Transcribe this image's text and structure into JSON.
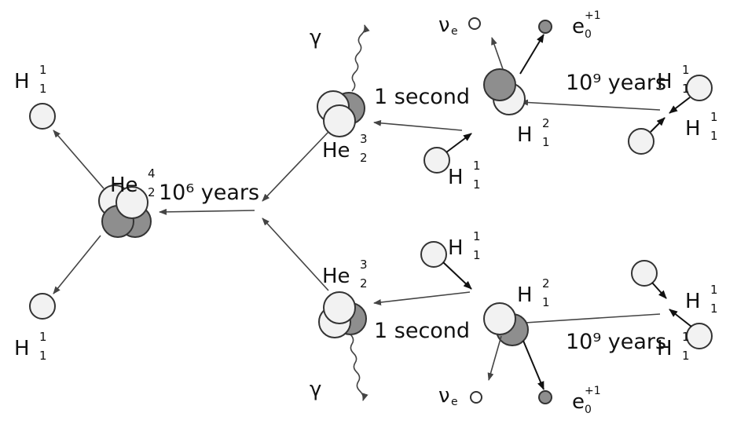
{
  "labels": {
    "hydrogen": "H",
    "hydrogen_mass": "1",
    "hydrogen_z": "1",
    "deuterium": "H",
    "deuterium_mass": "2",
    "deuterium_z": "1",
    "helium3": "He",
    "helium3_mass": "3",
    "helium3_z": "2",
    "helium4": "He",
    "helium4_mass": "4",
    "helium4_z": "2",
    "positron": "e",
    "positron_charge": "+1",
    "positron_z": "0",
    "neutrino": "ν",
    "neutrino_sub": "e",
    "gamma": "γ"
  },
  "times": {
    "step1": "10⁹ years",
    "step2": "1 second",
    "step3": "10⁶ years"
  },
  "colors": {
    "proton": "#8e8e8e",
    "neutron": "#f2f2f2"
  }
}
